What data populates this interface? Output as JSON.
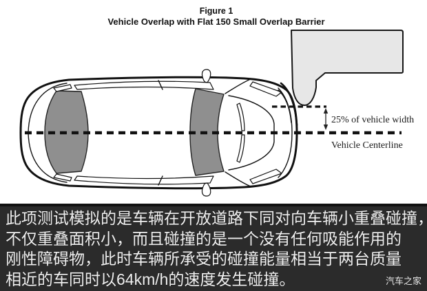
{
  "figure": {
    "title": "Figure 1",
    "subtitle": "Vehicle Overlap with Flat 150 Small Overlap Barrier",
    "overlap_label": "25% of vehicle width",
    "centerline_label": "Vehicle Centerline"
  },
  "caption": {
    "lines": [
      "此项测试模拟的是车辆在开放道路下同对向车辆小重叠碰撞，",
      "不仅重叠面积小，而且碰撞的是一个没有任何吸能作用的",
      "刚性障碍物，此时车辆所承受的碰撞能量相当于两台质量",
      "相近的车同时以64km/h的速度发生碰撞。"
    ]
  },
  "watermark": "汽车之家",
  "colors": {
    "barrier_fill": "#e7e7e7",
    "glass_fill": "#8f8f8f",
    "line_color": "#111111",
    "band_bg": "#2b2b2b",
    "band_edge": "#121212",
    "caption_text": "#f0f0f0",
    "figure_bg": "#ffffff"
  }
}
